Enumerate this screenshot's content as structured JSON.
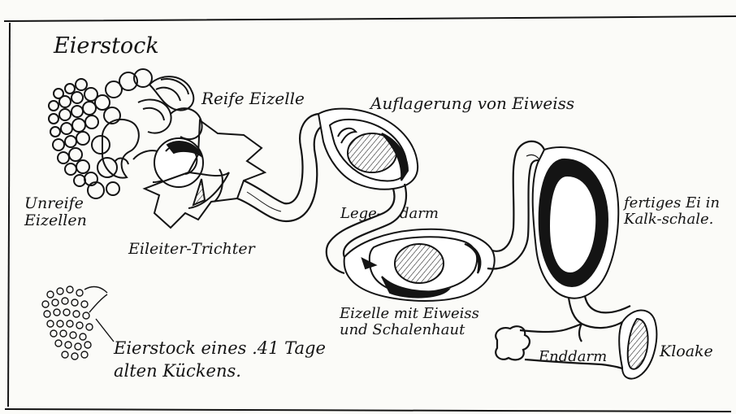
{
  "diagram": {
    "title": "Eierstock",
    "labels": {
      "mature_egg_cell": "Reife Eizelle",
      "albumen_deposit": "Auflagerung von Eiweiss",
      "immature_egg_cells": "Unreife Eizellen",
      "oviduct_funnel": "Eileiter-Trichter",
      "lay_intestine_part1": "Lege-",
      "lay_intestine_part2": "darm",
      "finished_egg": "fertiges Ei in Kalk-schale.",
      "egg_with_albumen_membrane": "Eizelle mit Eiweiss und Schalenhaut",
      "ovary_41_day_chick": "Eierstock eines .41 Tage alten Kückens.",
      "rectum": "Enddarm",
      "cloaca": "Kloake"
    },
    "colors": {
      "ink": "#141414",
      "paper": "#fbfbf8"
    }
  }
}
